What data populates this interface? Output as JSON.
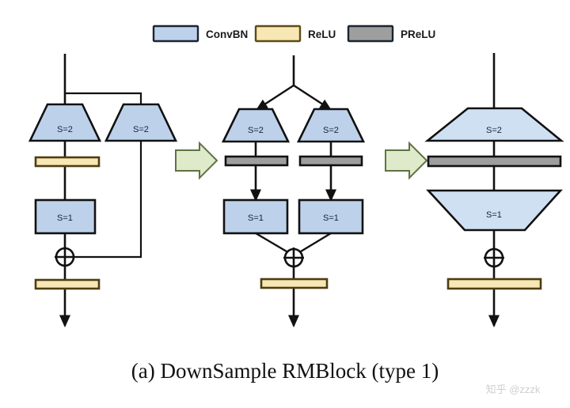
{
  "figure": {
    "caption": "(a)  DownSample RMBlock (type 1)",
    "watermark": "知乎 @zzzk"
  },
  "legend": {
    "items": [
      {
        "label": "ConvBN",
        "color": "#bdd2ea",
        "border": "#1b2430"
      },
      {
        "label": "ReLU",
        "color": "#f7e7b4",
        "border": "#5e4b16"
      },
      {
        "label": "PReLU",
        "color": "#9e9e9e",
        "border": "#1b2430"
      }
    ]
  },
  "colors": {
    "convbn_fill": "#bdd2ea",
    "convbn_fill_light": "#cfe0f2",
    "relu_fill": "#f7e7b4",
    "relu_border": "#6a5416",
    "prelu_fill": "#9e9e9e",
    "prelu_border": "#1b2430",
    "stroke": "#111111",
    "transition_fill": "#dfeacb",
    "transition_border": "#6f7f50",
    "text": "#16213a"
  },
  "panels": [
    {
      "name": "panel-original",
      "nodes": [
        {
          "id": "p1-conv-s2-left",
          "type": "convbn",
          "shape": "trapezoid-down",
          "label": "S=2"
        },
        {
          "id": "p1-conv-s2-right",
          "type": "convbn",
          "shape": "trapezoid-down",
          "label": "S=2"
        },
        {
          "id": "p1-relu-1",
          "type": "relu",
          "shape": "bar",
          "label": ""
        },
        {
          "id": "p1-conv-s1",
          "type": "convbn",
          "shape": "rect",
          "label": "S=1"
        },
        {
          "id": "p1-add",
          "type": "add",
          "shape": "circle-plus",
          "label": ""
        },
        {
          "id": "p1-relu-2",
          "type": "relu",
          "shape": "bar",
          "label": ""
        }
      ]
    },
    {
      "name": "panel-expanded",
      "nodes": [
        {
          "id": "p2-conv-s2-left",
          "type": "convbn",
          "shape": "trapezoid-down",
          "label": "S=2"
        },
        {
          "id": "p2-conv-s2-right",
          "type": "convbn",
          "shape": "trapezoid-down",
          "label": "S=2"
        },
        {
          "id": "p2-prelu-left",
          "type": "prelu",
          "shape": "bar",
          "label": ""
        },
        {
          "id": "p2-prelu-right",
          "type": "prelu",
          "shape": "bar",
          "label": ""
        },
        {
          "id": "p2-conv-s1-left",
          "type": "convbn",
          "shape": "rect",
          "label": "S=1"
        },
        {
          "id": "p2-conv-s1-right",
          "type": "convbn",
          "shape": "rect",
          "label": "S=1"
        },
        {
          "id": "p2-add",
          "type": "add",
          "shape": "circle-plus",
          "label": ""
        },
        {
          "id": "p2-relu",
          "type": "relu",
          "shape": "bar",
          "label": ""
        }
      ]
    },
    {
      "name": "panel-merged",
      "nodes": [
        {
          "id": "p3-conv-s2",
          "type": "convbn",
          "shape": "trapezoid-down",
          "label": "S=2"
        },
        {
          "id": "p3-prelu",
          "type": "prelu",
          "shape": "bar",
          "label": ""
        },
        {
          "id": "p3-conv-s1",
          "type": "convbn",
          "shape": "trapezoid-up",
          "label": "S=1"
        },
        {
          "id": "p3-add",
          "type": "add",
          "shape": "circle-plus",
          "label": ""
        },
        {
          "id": "p3-relu",
          "type": "relu",
          "shape": "bar",
          "label": ""
        }
      ]
    }
  ],
  "transitions": [
    {
      "id": "transition-1",
      "icon": "right-block-arrow"
    },
    {
      "id": "transition-2",
      "icon": "right-block-arrow"
    }
  ]
}
